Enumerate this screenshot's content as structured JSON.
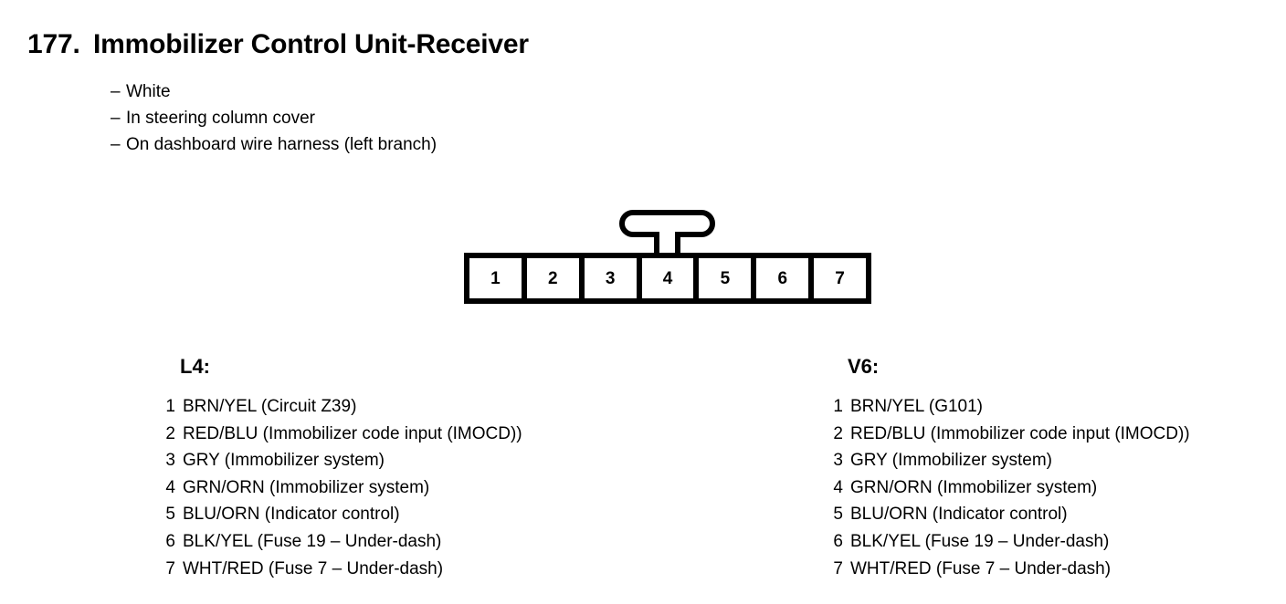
{
  "heading": {
    "number": "177.",
    "title": "Immobilizer Control Unit-Receiver"
  },
  "notes": {
    "dash": "–",
    "items": [
      "White",
      "In steering column cover",
      "On dashboard wire harness (left branch)"
    ]
  },
  "connector": {
    "name": "7-pin connector",
    "latch": "latch-tab",
    "pins": [
      "1",
      "2",
      "3",
      "4",
      "5",
      "6",
      "7"
    ]
  },
  "columns": [
    {
      "title": "L4:",
      "pins": [
        {
          "no": "1",
          "text": "BRN/YEL (Circuit Z39)"
        },
        {
          "no": "2",
          "text": "RED/BLU (Immobilizer code input (IMOCD))"
        },
        {
          "no": "3",
          "text": "GRY (Immobilizer system)"
        },
        {
          "no": "4",
          "text": "GRN/ORN (Immobilizer system)"
        },
        {
          "no": "5",
          "text": "BLU/ORN (Indicator control)"
        },
        {
          "no": "6",
          "text": "BLK/YEL (Fuse 19 – Under-dash)"
        },
        {
          "no": "7",
          "text": "WHT/RED (Fuse 7 – Under-dash)"
        }
      ]
    },
    {
      "title": "V6:",
      "pins": [
        {
          "no": "1",
          "text": "BRN/YEL (G101)"
        },
        {
          "no": "2",
          "text": "RED/BLU (Immobilizer code input (IMOCD))"
        },
        {
          "no": "3",
          "text": "GRY (Immobilizer system)"
        },
        {
          "no": "4",
          "text": "GRN/ORN (Immobilizer system)"
        },
        {
          "no": "5",
          "text": "BLU/ORN (Indicator control)"
        },
        {
          "no": "6",
          "text": "BLK/YEL (Fuse 19 – Under-dash)"
        },
        {
          "no": "7",
          "text": "WHT/RED (Fuse 7 – Under-dash)"
        }
      ]
    }
  ],
  "colors": {
    "ink": "#000000",
    "page": "#ffffff"
  }
}
